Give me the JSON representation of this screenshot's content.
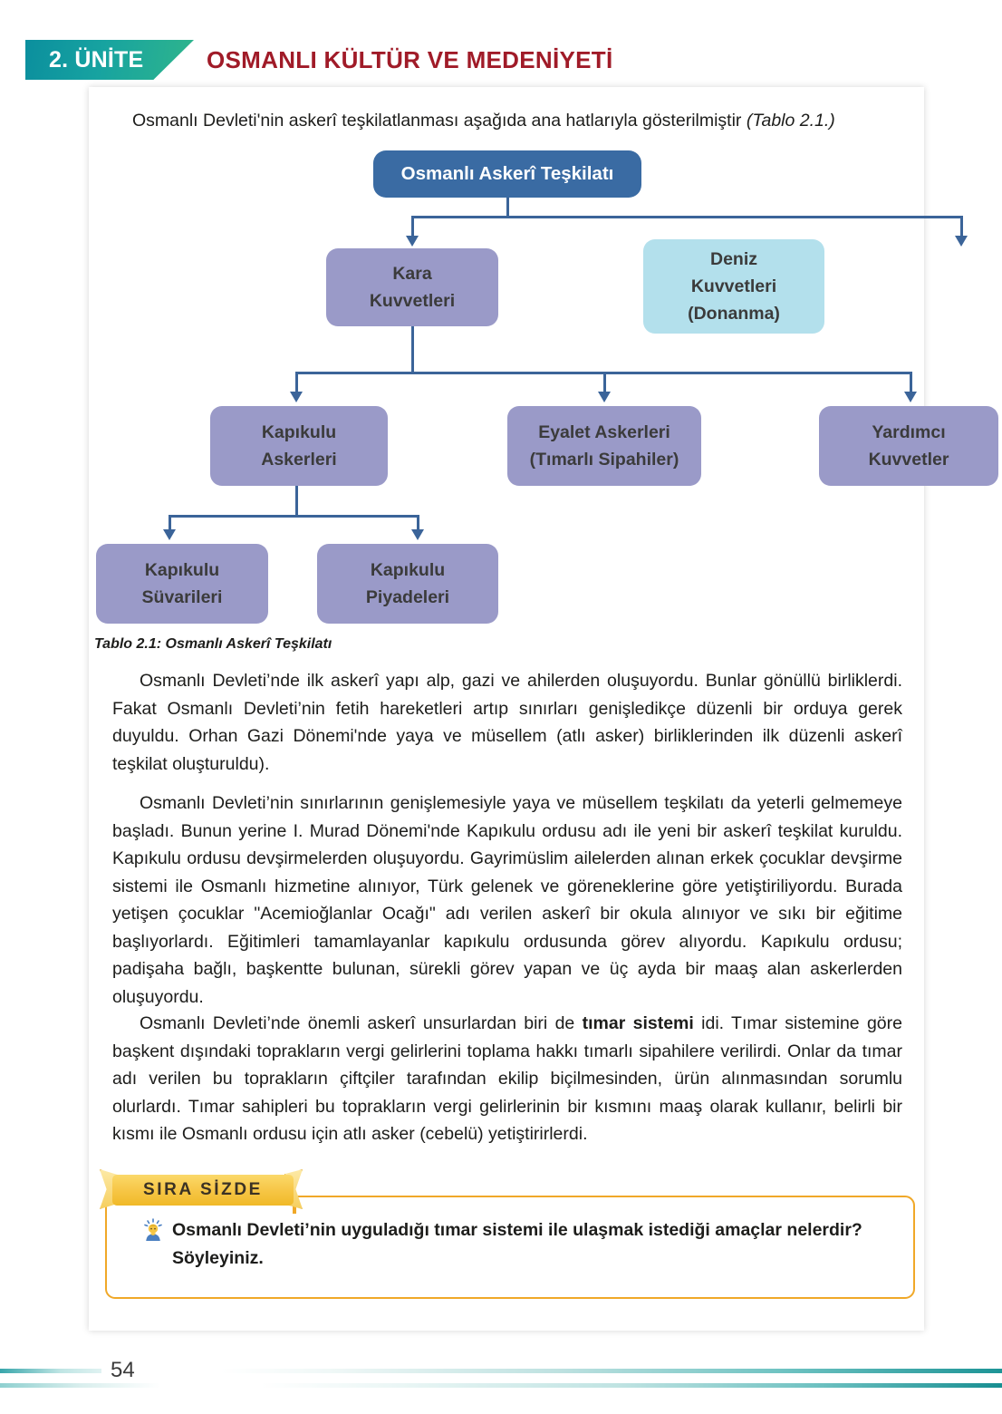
{
  "header": {
    "unit_tab": "2. ÜNİTE",
    "title": "OSMANLI KÜLTÜR VE MEDENİYETİ",
    "tab_color": "#17a3a0",
    "title_color": "#a01b28"
  },
  "intro": {
    "text_main": "Osmanlı Devleti'nin askerî teşkilatlanması aşağıda ana hatlarıyla gösterilmiştir ",
    "text_italic": "(Tablo 2.1.)"
  },
  "diagram": {
    "root": {
      "label": "Osmanlı Askerî Teşkilatı",
      "color": "#3a6ba3"
    },
    "level2": [
      {
        "line1": "Kara",
        "line2": "Kuvvetleri",
        "color": "#9a9ac8"
      },
      {
        "line1": "Deniz",
        "line2": "Kuvvetleri",
        "line3": "(Donanma)",
        "color": "#b3e0ec"
      }
    ],
    "level3": [
      {
        "line1": "Kapıkulu",
        "line2": "Askerleri",
        "color": "#9a9ac8"
      },
      {
        "line1": "Eyalet Askerleri",
        "line2": "(Tımarlı Sipahiler)",
        "color": "#9a9ac8"
      },
      {
        "line1": "Yardımcı",
        "line2": "Kuvvetler",
        "color": "#9a9ac8"
      }
    ],
    "level4": [
      {
        "line1": "Kapıkulu",
        "line2": "Süvarileri",
        "color": "#9a9ac8"
      },
      {
        "line1": "Kapıkulu",
        "line2": "Piyadeleri",
        "color": "#9a9ac8"
      }
    ],
    "connector_color": "#3b6499"
  },
  "table_caption": "Tablo 2.1: Osmanlı Askerî Teşkilatı",
  "paragraphs": {
    "p1": "Osmanlı Devleti’nde ilk askerî yapı alp, gazi ve ahilerden oluşuyordu. Bunlar gönüllü birliklerdi. Fakat Osmanlı Devleti’nin fetih hareketleri artıp sınırları genişledikçe düzenli bir orduya gerek duyuldu. Orhan Gazi Dönemi'nde yaya ve müsellem (atlı asker) birliklerinden ilk düzenli askerî teşkilat oluşturuldu).",
    "p2": "Osmanlı Devleti’nin sınırlarının genişlemesiyle yaya ve müsellem teşkilatı da yeterli gelmemeye başladı. Bunun yerine I. Murad Dönemi'nde Kapıkulu ordusu adı ile yeni bir askerî teşkilat kuruldu. Kapıkulu ordusu devşirmelerden oluşuyordu. Gayrimüslim ailelerden alınan erkek çocuklar devşirme sistemi ile Osmanlı hizmetine alınıyor, Türk gelenek ve göreneklerine göre yetiştiriliyordu. Burada yetişen çocuklar \"Acemioğlanlar Ocağı\" adı verilen askerî bir okula alınıyor ve sıkı bir eğitime başlıyorlardı. Eğitimleri tamamlayanlar kapıkulu ordusunda görev alıyordu. Kapıkulu ordusu; padişaha bağlı, başkentte bulunan, sürekli görev yapan ve üç ayda bir maaş alan askerlerden oluşuyordu.",
    "p3_before": "Osmanlı Devleti’nde önemli askerî unsurlardan biri de ",
    "p3_bold": "tımar sistemi",
    "p3_after": " idi. Tımar sistemine göre başkent dışındaki toprakların vergi gelirlerini toplama hakkı tımarlı sipahilere verilirdi. Onlar da tımar adı verilen bu toprakların çiftçiler tarafından ekilip biçilmesinden, ürün alınmasından sorumlu olurlardı. Tımar sahipleri bu toprakların vergi gelirlerinin bir kısmını maaş olarak kullanır, belirli bir kısmı ile Osmanlı ordusu için atlı asker (cebelü) yetiştirirlerdi."
  },
  "callout": {
    "ribbon_label": "SIRA SİZDE",
    "question": "Osmanlı Devleti’nin uyguladığı tımar sistemi ile ulaşmak istediği amaçlar nelerdir? Söyleyiniz.",
    "border_color": "#f0a828",
    "ribbon_color": "#f7c748"
  },
  "footer": {
    "page_number": "54"
  }
}
